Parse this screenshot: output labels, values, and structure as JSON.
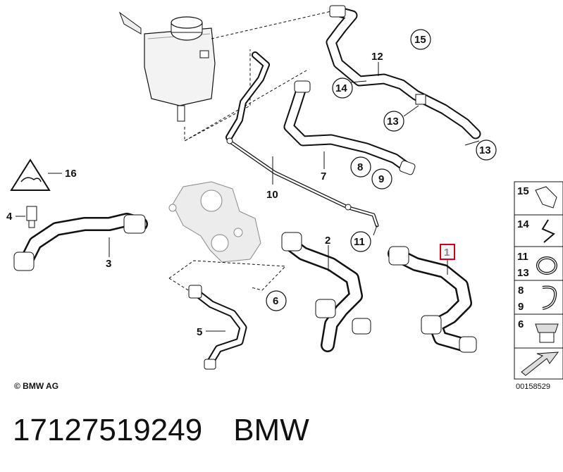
{
  "callouts": {
    "c1": "1",
    "c2": "2",
    "c3": "3",
    "c4": "4",
    "c5": "5",
    "c6": "6",
    "c7": "7",
    "c8": "8",
    "c9": "9",
    "c10": "10",
    "c11": "11",
    "c12": "12",
    "c13a": "13",
    "c13b": "13",
    "c14": "14",
    "c15": "15",
    "c16": "16"
  },
  "legend": {
    "l15": "15",
    "l14": "14",
    "l11": "11",
    "l13": "13",
    "l8": "8",
    "l9": "9",
    "l6": "6"
  },
  "copyright": "© BMW AG",
  "doc_number": "00158529",
  "footer": {
    "part_number": "17127519249",
    "brand": "BMW"
  },
  "colors": {
    "highlight": "#d0021b",
    "line": "#111111",
    "part_fill": "#e8e8e8"
  }
}
